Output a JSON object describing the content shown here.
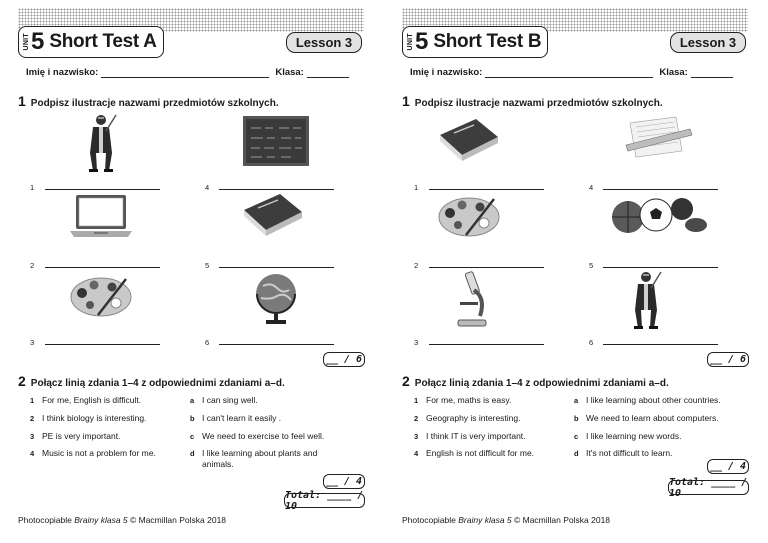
{
  "tests": [
    {
      "unit_label": "UNIT",
      "unit_number": "5",
      "title": "Short Test A",
      "lesson": "Lesson 3",
      "name_label": "Imię i nazwisko:",
      "class_label": "Klasa:",
      "ex1": {
        "number": "1",
        "title": "Podpisz ilustracje nazwami przedmiotów szkolnych.",
        "score": "__ / 6",
        "items": [
          {
            "n": "1",
            "icon": "knight-icon"
          },
          {
            "n": "4",
            "icon": "blackboard-icon"
          },
          {
            "n": "2",
            "icon": "laptop-icon"
          },
          {
            "n": "5",
            "icon": "dictionary-book-icon"
          },
          {
            "n": "3",
            "icon": "paint-palette-icon"
          },
          {
            "n": "6",
            "icon": "globe-icon"
          }
        ]
      },
      "ex2": {
        "number": "2",
        "title": "Połącz linią zdania 1–4 z odpowiednimi zdaniami a–d.",
        "score": "__ / 4",
        "left": [
          {
            "n": "1",
            "text": "For me, English is difficult."
          },
          {
            "n": "2",
            "text": "I think biology is interesting."
          },
          {
            "n": "3",
            "text": "PE is very important."
          },
          {
            "n": "4",
            "text": "Music is not a problem for me."
          }
        ],
        "right": [
          {
            "n": "a",
            "text": "I can sing well."
          },
          {
            "n": "b",
            "text": "I can't learn it easily ."
          },
          {
            "n": "c",
            "text": "We need to exercise to feel well."
          },
          {
            "n": "d",
            "text": "I like learning about plants and animals."
          }
        ]
      },
      "total": "Total: ____ / 10",
      "footer": {
        "pre": "Photocopiable ",
        "book": "Brainy klasa 5",
        "post": " © Macmillan Polska 2018"
      }
    },
    {
      "unit_label": "UNIT",
      "unit_number": "5",
      "title": "Short Test B",
      "lesson": "Lesson 3",
      "name_label": "Imię i nazwisko:",
      "class_label": "Klasa:",
      "ex1": {
        "number": "1",
        "title": "Podpisz ilustracje nazwami przedmiotów szkolnych.",
        "score": "__ / 6",
        "items": [
          {
            "n": "1",
            "icon": "dictionary-book-icon"
          },
          {
            "n": "4",
            "icon": "ruler-paper-icon"
          },
          {
            "n": "2",
            "icon": "paint-palette-icon"
          },
          {
            "n": "5",
            "icon": "sports-balls-icon"
          },
          {
            "n": "3",
            "icon": "microscope-icon"
          },
          {
            "n": "6",
            "icon": "knight-icon"
          }
        ]
      },
      "ex2": {
        "number": "2",
        "title": "Połącz linią zdania 1–4 z odpowiednimi zdaniami a–d.",
        "score": "__ / 4",
        "left": [
          {
            "n": "1",
            "text": "For me, maths is easy."
          },
          {
            "n": "2",
            "text": "Geography is interesting."
          },
          {
            "n": "3",
            "text": "I think IT is very important."
          },
          {
            "n": "4",
            "text": "English is not difficult for me."
          }
        ],
        "right": [
          {
            "n": "a",
            "text": "I like learning about other countries."
          },
          {
            "n": "b",
            "text": "We need to learn about computers."
          },
          {
            "n": "c",
            "text": "I like learning new words."
          },
          {
            "n": "d",
            "text": "It's not difficult to learn."
          }
        ]
      },
      "total": "Total: ____ / 10",
      "footer": {
        "pre": "Photocopiable ",
        "book": "Brainy klasa 5",
        "post": " © Macmillan Polska 2018"
      }
    }
  ]
}
